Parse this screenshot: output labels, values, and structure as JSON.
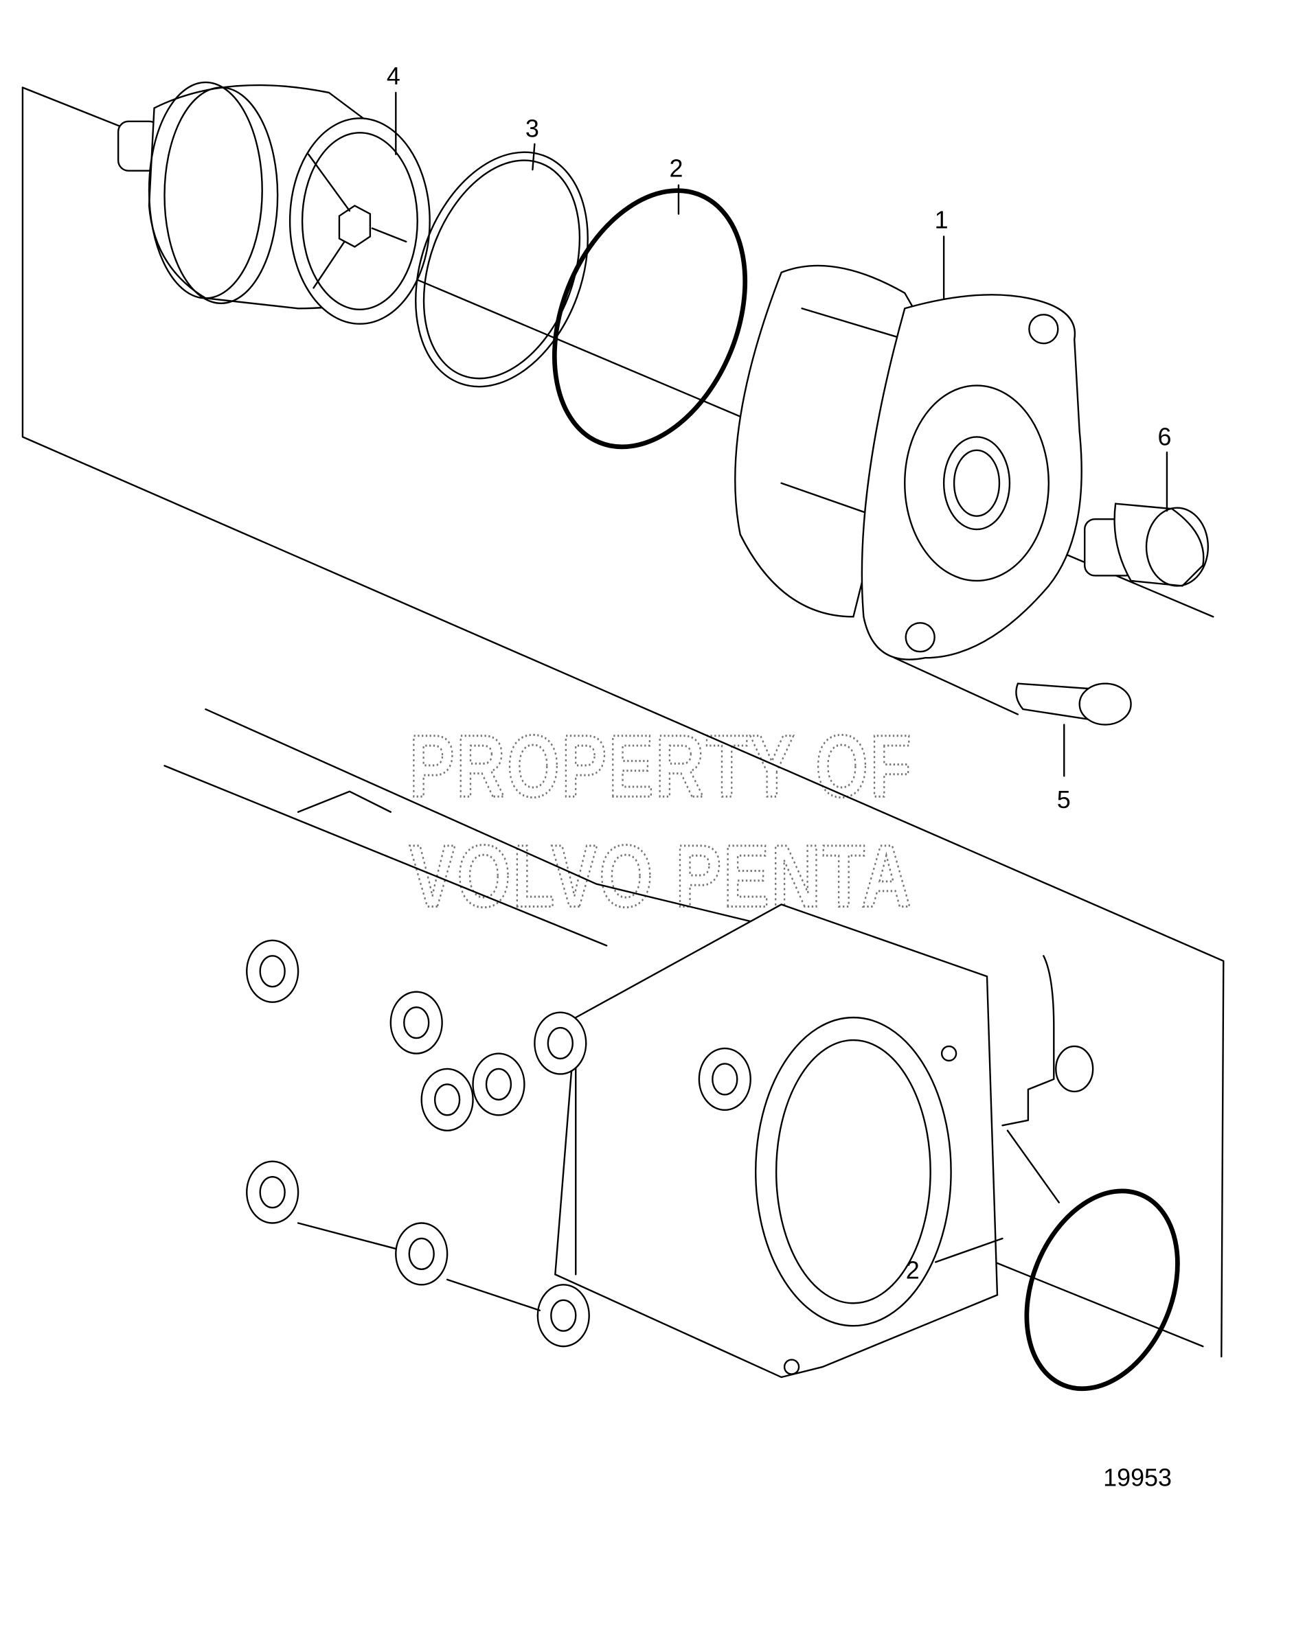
{
  "diagram": {
    "callouts": {
      "thermostat": "4",
      "sealing_ring": "3",
      "o_ring_top": "2",
      "housing": "1",
      "plug": "6",
      "screw": "5",
      "o_ring_bottom": "2"
    },
    "watermark": {
      "line1": "PROPERTY OF",
      "line2": "VOLVO PENTA"
    },
    "figure_number": "19953"
  }
}
